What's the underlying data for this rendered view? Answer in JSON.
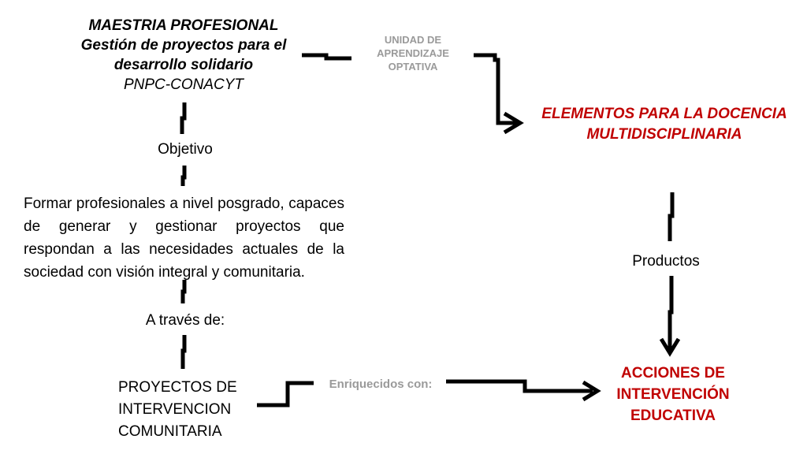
{
  "program": {
    "line1": "MAESTRIA PROFESIONAL",
    "line2": "Gestión de proyectos para el",
    "line3": "desarrollo solidario",
    "line4": "PNPC-CONACYT"
  },
  "unidad": {
    "line1": "UNIDAD DE",
    "line2": "APRENDIZAJE",
    "line3": "OPTATIVA"
  },
  "elementos": {
    "line1": "ELEMENTOS PARA LA DOCENCIA",
    "line2": "MULTIDISCIPLINARIA"
  },
  "objetivo_label": "Objetivo",
  "objetivo_text": "Formar profesionales a nivel posgrado, capaces de generar y gestionar proyectos que respondan a las necesidades actuales de la sociedad con visión integral y comunitaria.",
  "a_traves_label": "A través de:",
  "proyectos": {
    "line1": "PROYECTOS DE",
    "line2": "INTERVENCION",
    "line3": "COMUNITARIA"
  },
  "enriquecidos_label": "Enriquecidos con:",
  "productos_label": "Productos",
  "acciones": {
    "line1": "ACCIONES DE",
    "line2": "INTERVENCIÓN",
    "line3": "EDUCATIVA"
  },
  "colors": {
    "accent_red": "#c00000",
    "gray_label": "#9a9a9a",
    "connector": "#000000"
  }
}
